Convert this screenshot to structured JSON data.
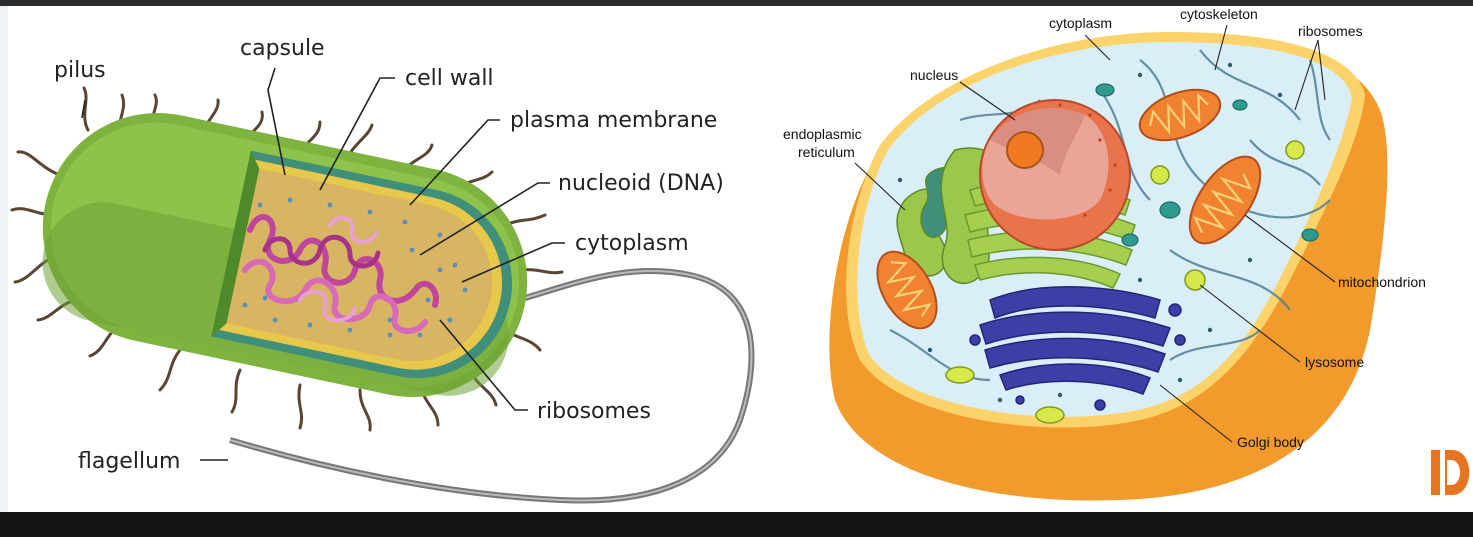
{
  "prokaryote": {
    "labels": {
      "pilus": "pilus",
      "capsule": "capsule",
      "cell_wall": "cell wall",
      "plasma_membrane": "plasma membrane",
      "nucleoid": "nucleoid (DNA)",
      "cytoplasm": "cytoplasm",
      "ribosomes": "ribosomes",
      "flagellum": "flagellum"
    }
  },
  "eukaryote": {
    "labels": {
      "cytoplasm": "cytoplasm",
      "cytoskeleton": "cytoskeleton",
      "ribosomes": "ribosomes",
      "nucleus": "nucleus",
      "er_line1": "endoplasmic",
      "er_line2": "reticulum",
      "mitochondrion": "mitochondrion",
      "lysosome": "lysosome",
      "golgi": "Golgi body"
    }
  },
  "logo": {
    "mark": "ID"
  },
  "colors": {
    "cell_green": "#7fb33f",
    "cell_green_dark": "#4f8a2a",
    "membrane_yellow": "#e8c84a",
    "dna_pink": "#c0459c",
    "eukaryote_orange": "#f39a2c",
    "cytosol_blue": "#d9eef6",
    "nucleus_orange": "#e9734a",
    "er_green": "#9cc74a",
    "golgi_blue": "#3d3fa6",
    "mito_orange": "#e4642a",
    "logo_orange": "#e8741f"
  }
}
